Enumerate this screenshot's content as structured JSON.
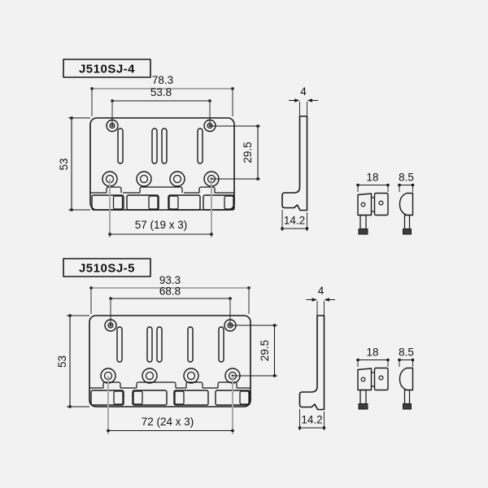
{
  "page": {
    "background": "#f2f2f2",
    "line_color": "#1a1a1a",
    "dim_line_gray": "#a9a9a9"
  },
  "products": [
    {
      "model": "J510SJ-4",
      "dims": {
        "overall_width": "78.3",
        "screw_spacing": "53.8",
        "height": "53",
        "hole_to_saddle": "29.5",
        "saddle_spacing": "57  (19 x 3)",
        "plate_thickness": "4",
        "base_depth": "14.2",
        "saddle_width": "18",
        "saddle_depth": "8.5"
      }
    },
    {
      "model": "J510SJ-5",
      "dims": {
        "overall_width": "93.3",
        "screw_spacing": "68.8",
        "height": "53",
        "hole_to_saddle": "29.5",
        "saddle_spacing": "72  (24 x 3)",
        "plate_thickness": "4",
        "base_depth": "14.2",
        "saddle_width": "18",
        "saddle_depth": "8.5"
      }
    }
  ]
}
